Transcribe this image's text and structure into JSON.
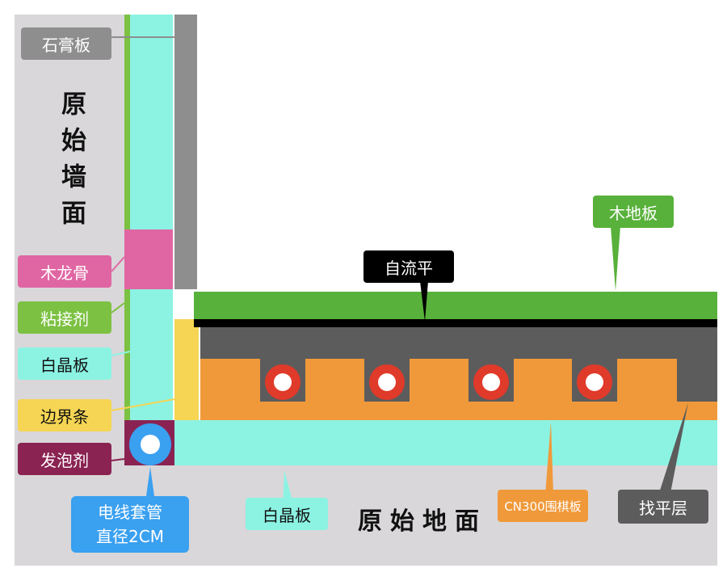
{
  "wall_text": "原始墙面",
  "floor_text": "原始地面",
  "labels": {
    "gypsum_board": "石膏板",
    "wood_keel": "木龙骨",
    "adhesive": "粘接剂",
    "white_crystal_board_wall": "白晶板",
    "boundary_strip": "边界条",
    "foaming_agent": "发泡剂",
    "conduit_line1": "电线套管",
    "conduit_line2": "直径2CM",
    "white_crystal_board_floor": "白晶板",
    "cn300_board": "CN300围棋板",
    "leveling_layer": "找平层",
    "self_leveling": "自流平",
    "wood_floor": "木地板"
  },
  "colors": {
    "gypsum": "#8e8e8e",
    "keel": "#e066a3",
    "adhesive": "#7cc142",
    "crystal": "#8cf3e3",
    "boundary": "#f5d553",
    "foam": "#8a2352",
    "conduit": "#3aa0f0",
    "cn300": "#f0993a",
    "leveling": "#5c5c5c",
    "self_leveling": "#000000",
    "wood_floor": "#58b13a",
    "pipe": "#e03a2a",
    "background": "#d9d7d9"
  }
}
